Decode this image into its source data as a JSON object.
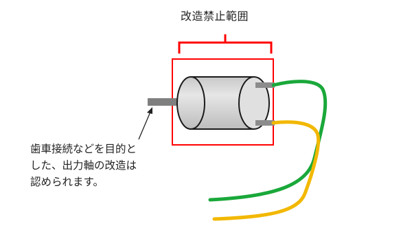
{
  "diagram": {
    "restricted_area_label": "改造禁止範囲",
    "note_lines": [
      "歯車接続などを目的と",
      "した、出力軸の改造は",
      "認められます。"
    ],
    "colors": {
      "red_frame": "#ff0000",
      "green_wire": "#1aa83a",
      "yellow_wire": "#f2b800",
      "shaft": "#7f7f7f",
      "motor_body": "#d4d4d4",
      "motor_outline": "#1a1a1a"
    }
  }
}
